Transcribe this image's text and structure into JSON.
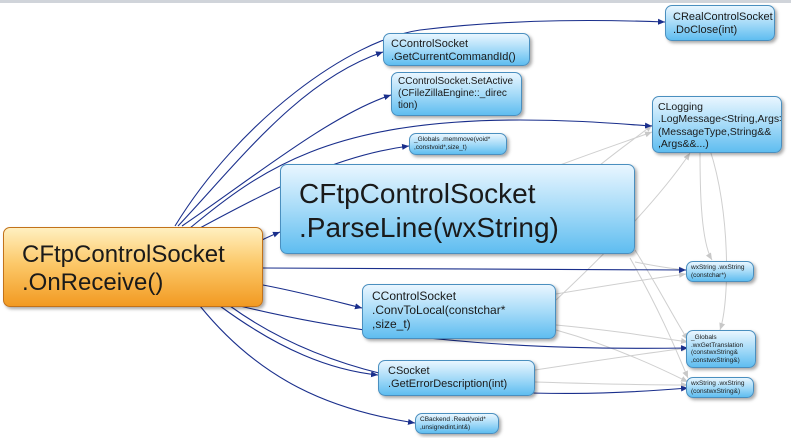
{
  "graph": {
    "nodes": {
      "caller": {
        "line1": "CFtpControlSocket",
        "line2": ".OnReceive()"
      },
      "doclose": {
        "line1": "CRealControlSocket",
        "line2": ".DoClose(int)"
      },
      "getcmd": {
        "line1": "CControlSocket",
        "line2": ".GetCurrentCommandId()"
      },
      "setactive": {
        "line1": "CControlSocket.SetActive",
        "line2": "(CFileZillaEngine::_direc",
        "line3": "tion)"
      },
      "logging": {
        "line1": "CLogging",
        "line2": ".LogMessage<String,Args>",
        "line3": "(MessageType,String&&",
        "line4": ",Args&&...)"
      },
      "memmove": {
        "line1": "_Globals .memmove(void*",
        "line2": ",constvoid*,size_t)"
      },
      "parseline": {
        "line1": "CFtpControlSocket",
        "line2": ".ParseLine(wxString)"
      },
      "wxstring1": {
        "line1": "wxString .wxString",
        "line2": "(constchar*)"
      },
      "convtolocal": {
        "line1": "CControlSocket",
        "line2": ".ConvToLocal(constchar*",
        "line3": ",size_t)"
      },
      "translation": {
        "line1": "_Globals",
        "line2": ".wxGetTranslation",
        "line3": "(constwxString&",
        "line4": ",constwxString&)"
      },
      "geterror": {
        "line1": "CSocket",
        "line2": ".GetErrorDescription(int)"
      },
      "wxstring2": {
        "line1": "wxString .wxString",
        "line2": "(constwxString&)"
      },
      "read": {
        "line1": "CBackend .Read(void*",
        "line2": ",unsignedint,int&)"
      }
    }
  },
  "colors": {
    "call_edge": "#1a2f8c",
    "secondary_edge": "#cccccc"
  }
}
